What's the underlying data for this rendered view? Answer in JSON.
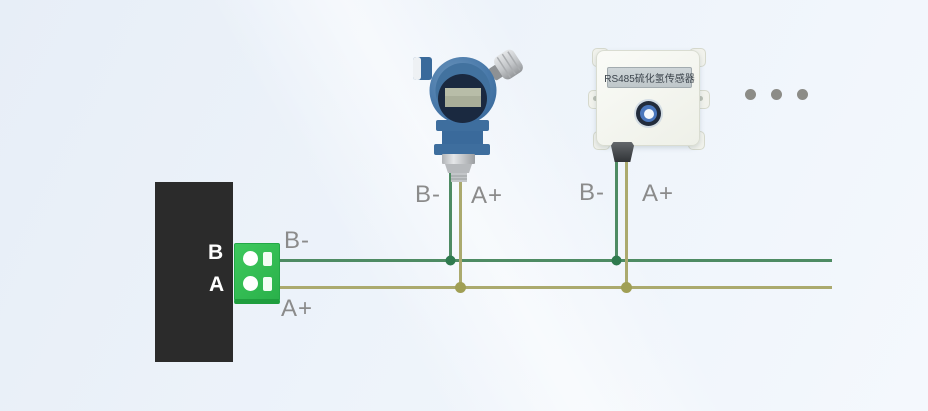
{
  "diagram": {
    "controller": {
      "port_b": "B",
      "port_a": "A"
    },
    "terminal_block": {
      "wire_b_label": "B-",
      "wire_a_label": "A+"
    },
    "devices": [
      {
        "type": "pressure-transmitter",
        "wire_b_label": "B-",
        "wire_a_label": "A+"
      },
      {
        "type": "rs485-sensor",
        "name": "RS485硫化氢传感器",
        "wire_b_label": "B-",
        "wire_a_label": "A+"
      }
    ],
    "icons": {
      "more_devices": "ellipsis-dots"
    },
    "colors": {
      "wire_b": "#4e8b63",
      "wire_a": "#abaa6e",
      "wire_b_dot": "#2f7a4e",
      "wire_a_dot": "#a09f55",
      "terminal_green": "#2eb84f",
      "controller_box": "#2b2b2b",
      "label_gray": "#8b8b8b"
    }
  }
}
